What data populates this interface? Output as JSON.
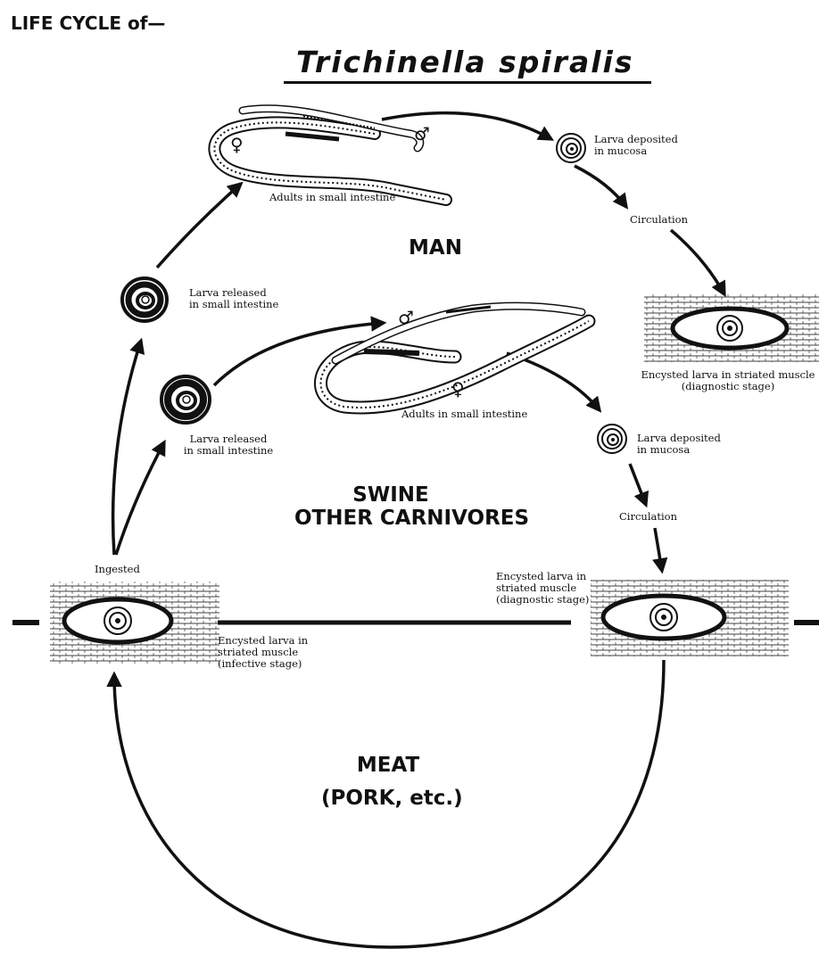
{
  "header": "LIFE CYCLE of—",
  "title": "Trichinella spiralis",
  "hosts": {
    "man": "MAN",
    "swine_line1": "SWINE",
    "swine_line2": "OTHER CARNIVORES",
    "meat_line1": "MEAT",
    "meat_line2": "(PORK, etc.)"
  },
  "symbols": {
    "male": "♂",
    "female": "♀"
  },
  "labels": {
    "man_adults": "Adults in small intestine",
    "man_deposit_1": "Larva deposited",
    "man_deposit_2": "in mucosa",
    "man_circulation": "Circulation",
    "man_encysted_1": "Encysted larva in striated muscle",
    "man_encysted_2": "(diagnostic stage)",
    "man_released_1": "Larva released",
    "man_released_2": "in small intestine",
    "swine_released_1": "Larva released",
    "swine_released_2": "in small intestine",
    "swine_adults": "Adults in small intestine",
    "swine_deposit_1": "Larva deposited",
    "swine_deposit_2": "in mucosa",
    "swine_circulation": "Circulation",
    "swine_encysted_1": "Encysted larva in",
    "swine_encysted_2": "striated muscle",
    "swine_encysted_3": "(diagnostic stage)",
    "ingested": "Ingested",
    "infective_1": "Encysted larva in",
    "infective_2": "striated muscle",
    "infective_3": "(infective stage)"
  }
}
